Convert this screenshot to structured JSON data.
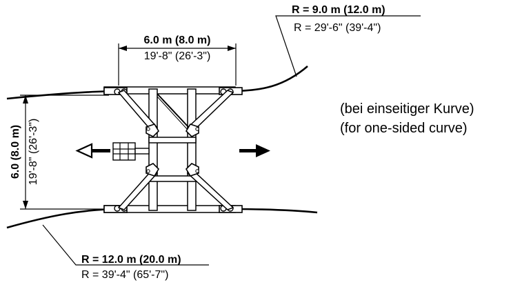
{
  "labels": {
    "outer_radius_metric": "R = 9.0 m (12.0 m)",
    "outer_radius_imperial": "R = 29'-6\" (39'-4\")",
    "width_metric": "6.0 m (8.0 m)",
    "width_imperial": "19'-8\" (26'-3\")",
    "length_metric": "6.0 (8.0 m)",
    "length_imperial": "19'-8\" (26'-3\")",
    "note_de": "(bei einseitiger Kurve)",
    "note_en": "(for one-sided curve)",
    "inner_radius_metric": "R = 12.0 m (20.0 m)",
    "inner_radius_imperial": "R = 39'-4\" (65'-7\")"
  },
  "icons": {
    "left_arrow": "arrow-left-icon",
    "right_arrow": "arrow-right-icon"
  }
}
